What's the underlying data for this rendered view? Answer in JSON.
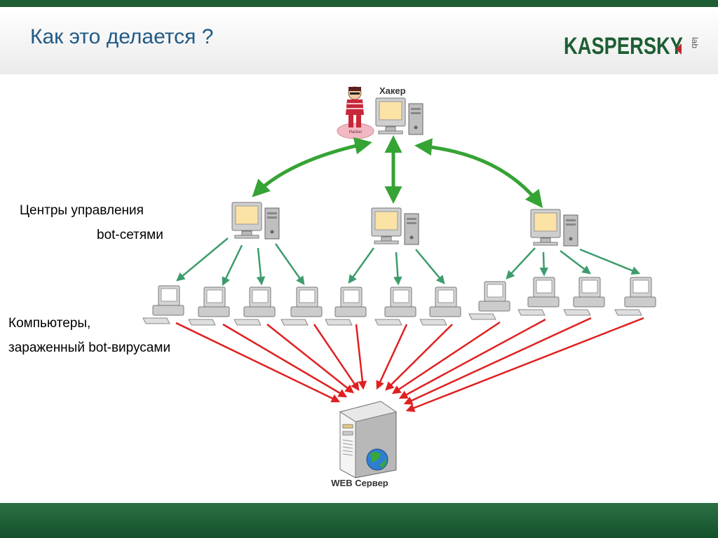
{
  "slide": {
    "title": "Как это делается ?",
    "logo_text": "KASPERSKY",
    "logo_suffix": "lab"
  },
  "labels": {
    "control_centers_line1": "Центры управления",
    "control_centers_line2": "bot-сетями",
    "infected_line1": "Компьютеры,",
    "infected_line2": "зараженный bot-вирусами"
  },
  "diagram": {
    "hacker_label": "Хакер",
    "hacker_badge": "Hacker",
    "server_label": "WEB Сервер",
    "control_center_count": 3,
    "bot_count": 11
  },
  "colors": {
    "title": "#1f5a86",
    "green_arrow": "#36a335",
    "teal_arrow": "#3d9c6c",
    "red_arrow": "#e02020",
    "brand_green": "#1d5e33",
    "brand_red": "#c0262d"
  }
}
